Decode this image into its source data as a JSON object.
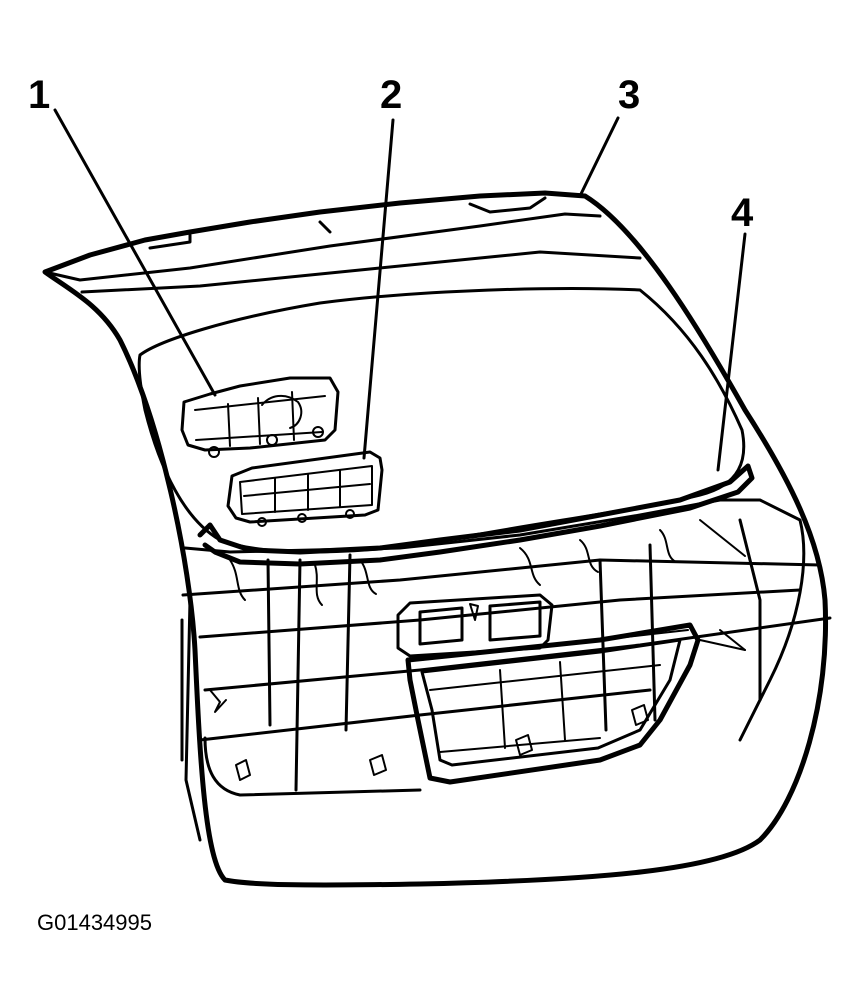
{
  "callouts": [
    {
      "number": "1"
    },
    {
      "number": "2"
    },
    {
      "number": "3"
    },
    {
      "number": "4"
    }
  ],
  "figure_id": "G01434995",
  "line_color": "#000000",
  "background_color": "#ffffff"
}
